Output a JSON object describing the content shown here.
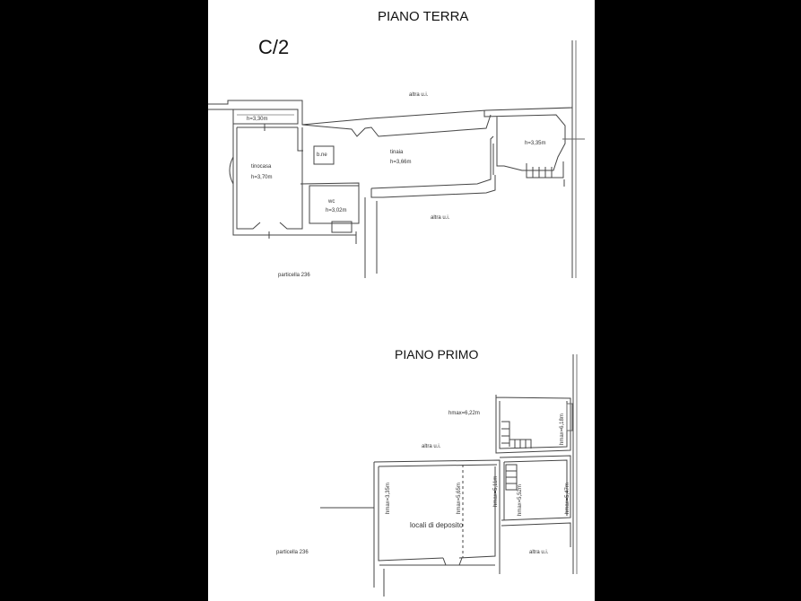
{
  "sheet_code": "C/2",
  "ground_floor": {
    "title": "PIANO TERRA",
    "labels": {
      "altre_top": "altra u.i.",
      "room1_height": "h=3,30m",
      "room2_name": "tinocasa",
      "room2_height": "h=3,70m",
      "box": "b.ne",
      "room3_name": "tinaia",
      "room3_height": "h=3,66m",
      "room4_height": "h=3,35m",
      "wc_name": "wc",
      "wc_height": "h=3,02m",
      "altre_mid": "altra u.i.",
      "particella": "particella 236"
    }
  },
  "first_floor": {
    "title": "PIANO PRIMO",
    "labels": {
      "h_upper": "hmax=6,22m",
      "h_right_top": "hmax=6,18m",
      "altre_left": "altra u.i.",
      "h_left": "hmax=3,35m",
      "h_center": "hmax=5,65m",
      "h_mid": "hmax=5,11m",
      "h_small": "hmax=5,52m",
      "h_right_bottom": "hmax=5,47m",
      "room_name": "locali di deposito",
      "particella": "particella 236",
      "altre_right": "altra u.i."
    }
  }
}
